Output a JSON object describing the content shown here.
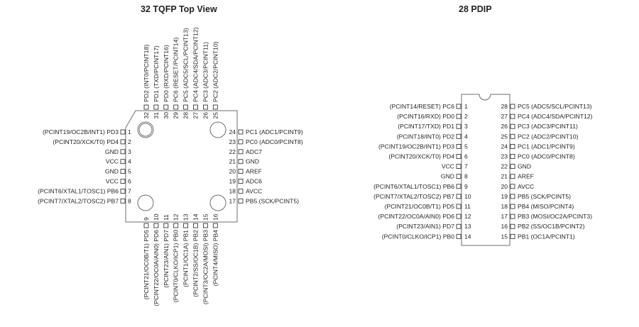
{
  "tqfp": {
    "title": "32 TQFP Top View",
    "left_pins": [
      {
        "num": "1",
        "label": "(PCINT19/OC2B/INT1) PD3"
      },
      {
        "num": "2",
        "label": "(PCINT20/XCK/T0) PD4"
      },
      {
        "num": "3",
        "label": "GND"
      },
      {
        "num": "4",
        "label": "VCC"
      },
      {
        "num": "5",
        "label": "GND"
      },
      {
        "num": "6",
        "label": "VCC"
      },
      {
        "num": "7",
        "label": "(PCINT6/XTAL1/TOSC1) PB6"
      },
      {
        "num": "8",
        "label": "(PCINT7/XTAL2/TOSC2) PB7"
      }
    ],
    "bottom_pins": [
      {
        "num": "9",
        "label": "(PCINT21/OC0B/T1) PD5"
      },
      {
        "num": "10",
        "label": "(PCINT22/OC0A/AIN0) PD6"
      },
      {
        "num": "11",
        "label": "(PCINT23/AIN1) PD7"
      },
      {
        "num": "12",
        "label": "(PCINT0/CLKO/ICP1) PB0"
      },
      {
        "num": "13",
        "label": "(PCINT1/OC1A) PB1"
      },
      {
        "num": "14",
        "label": "(PCINT2/SS/OC1B) PB2"
      },
      {
        "num": "15",
        "label": "(PCINT3/OC2A/MOSI) PB3"
      },
      {
        "num": "16",
        "label": "(PCINT4/MISO) PB4"
      }
    ],
    "right_pins": [
      {
        "num": "24",
        "label": "PC1 (ADC1/PCINT9)"
      },
      {
        "num": "23",
        "label": "PC0 (ADC0/PCINT8)"
      },
      {
        "num": "22",
        "label": "ADC7"
      },
      {
        "num": "21",
        "label": "GND"
      },
      {
        "num": "20",
        "label": "AREF"
      },
      {
        "num": "19",
        "label": "ADC6"
      },
      {
        "num": "18",
        "label": "AVCC"
      },
      {
        "num": "17",
        "label": "PB5 (SCK/PCINT5)"
      }
    ],
    "top_pins": [
      {
        "num": "32",
        "label": "PD2 (INT0/PCINT18)"
      },
      {
        "num": "31",
        "label": "PD1 (TXD/PCINT17)"
      },
      {
        "num": "30",
        "label": "PD0 (RXD/PCINT16)"
      },
      {
        "num": "29",
        "label": "PC6 (RESET/PCINT14)"
      },
      {
        "num": "28",
        "label": "PC5 (ADC5/SCL/PCINT13)"
      },
      {
        "num": "27",
        "label": "PC4 (ADC4/SDA/PCINT12)"
      },
      {
        "num": "26",
        "label": "PC3 (ADC3/PCINT11)"
      },
      {
        "num": "25",
        "label": "PC2 (ADC2/PCINT10)"
      }
    ]
  },
  "pdip": {
    "title": "28 PDIP",
    "left_pins": [
      {
        "num": "1",
        "label": "(PCINT14/RESET) PC6"
      },
      {
        "num": "2",
        "label": "(PCINT16/RXD) PD0"
      },
      {
        "num": "3",
        "label": "(PCINT17/TXD) PD1"
      },
      {
        "num": "4",
        "label": "(PCINT18/INT0) PD2"
      },
      {
        "num": "5",
        "label": "(PCINT19/OC2B/INT1) PD3"
      },
      {
        "num": "6",
        "label": "(PCINT20/XCK/T0) PD4"
      },
      {
        "num": "7",
        "label": "VCC"
      },
      {
        "num": "8",
        "label": "GND"
      },
      {
        "num": "9",
        "label": "(PCINT6/XTAL1/TOSC1) PB6"
      },
      {
        "num": "10",
        "label": "(PCINT7/XTAL2/TOSC2) PB7"
      },
      {
        "num": "11",
        "label": "(PCINT21/OC0B/T1) PD5"
      },
      {
        "num": "12",
        "label": "(PCINT22/OC0A/AIN0) PD6"
      },
      {
        "num": "13",
        "label": "(PCINT23/AIN1) PD7"
      },
      {
        "num": "14",
        "label": "(PCINT0/CLKO/ICP1) PB0"
      }
    ],
    "right_pins": [
      {
        "num": "28",
        "label": "PC5 (ADC5/SCL/PCINT13)"
      },
      {
        "num": "27",
        "label": "PC4 (ADC4/SDA/PCINT12)"
      },
      {
        "num": "26",
        "label": "PC3 (ADC3/PCINT11)"
      },
      {
        "num": "25",
        "label": "PC2 (ADC2/PCINT10)"
      },
      {
        "num": "24",
        "label": "PC1 (ADC1/PCINT9)"
      },
      {
        "num": "23",
        "label": "PC0 (ADC0/PCINT8)"
      },
      {
        "num": "22",
        "label": "GND"
      },
      {
        "num": "21",
        "label": "AREF"
      },
      {
        "num": "20",
        "label": "AVCC"
      },
      {
        "num": "19",
        "label": "PB5 (SCK/PCINT5)"
      },
      {
        "num": "18",
        "label": "PB4 (MISO/PCINT4)"
      },
      {
        "num": "17",
        "label": "PB3 (MOSI/OC2A/PCINT3)"
      },
      {
        "num": "16",
        "label": "PB2 (SS/OC1B/PCINT2)"
      },
      {
        "num": "15",
        "label": "PB1 (OC1A/PCINT1)"
      }
    ]
  },
  "colors": {
    "ink": "#231f20",
    "outline": "#6d6e71"
  }
}
